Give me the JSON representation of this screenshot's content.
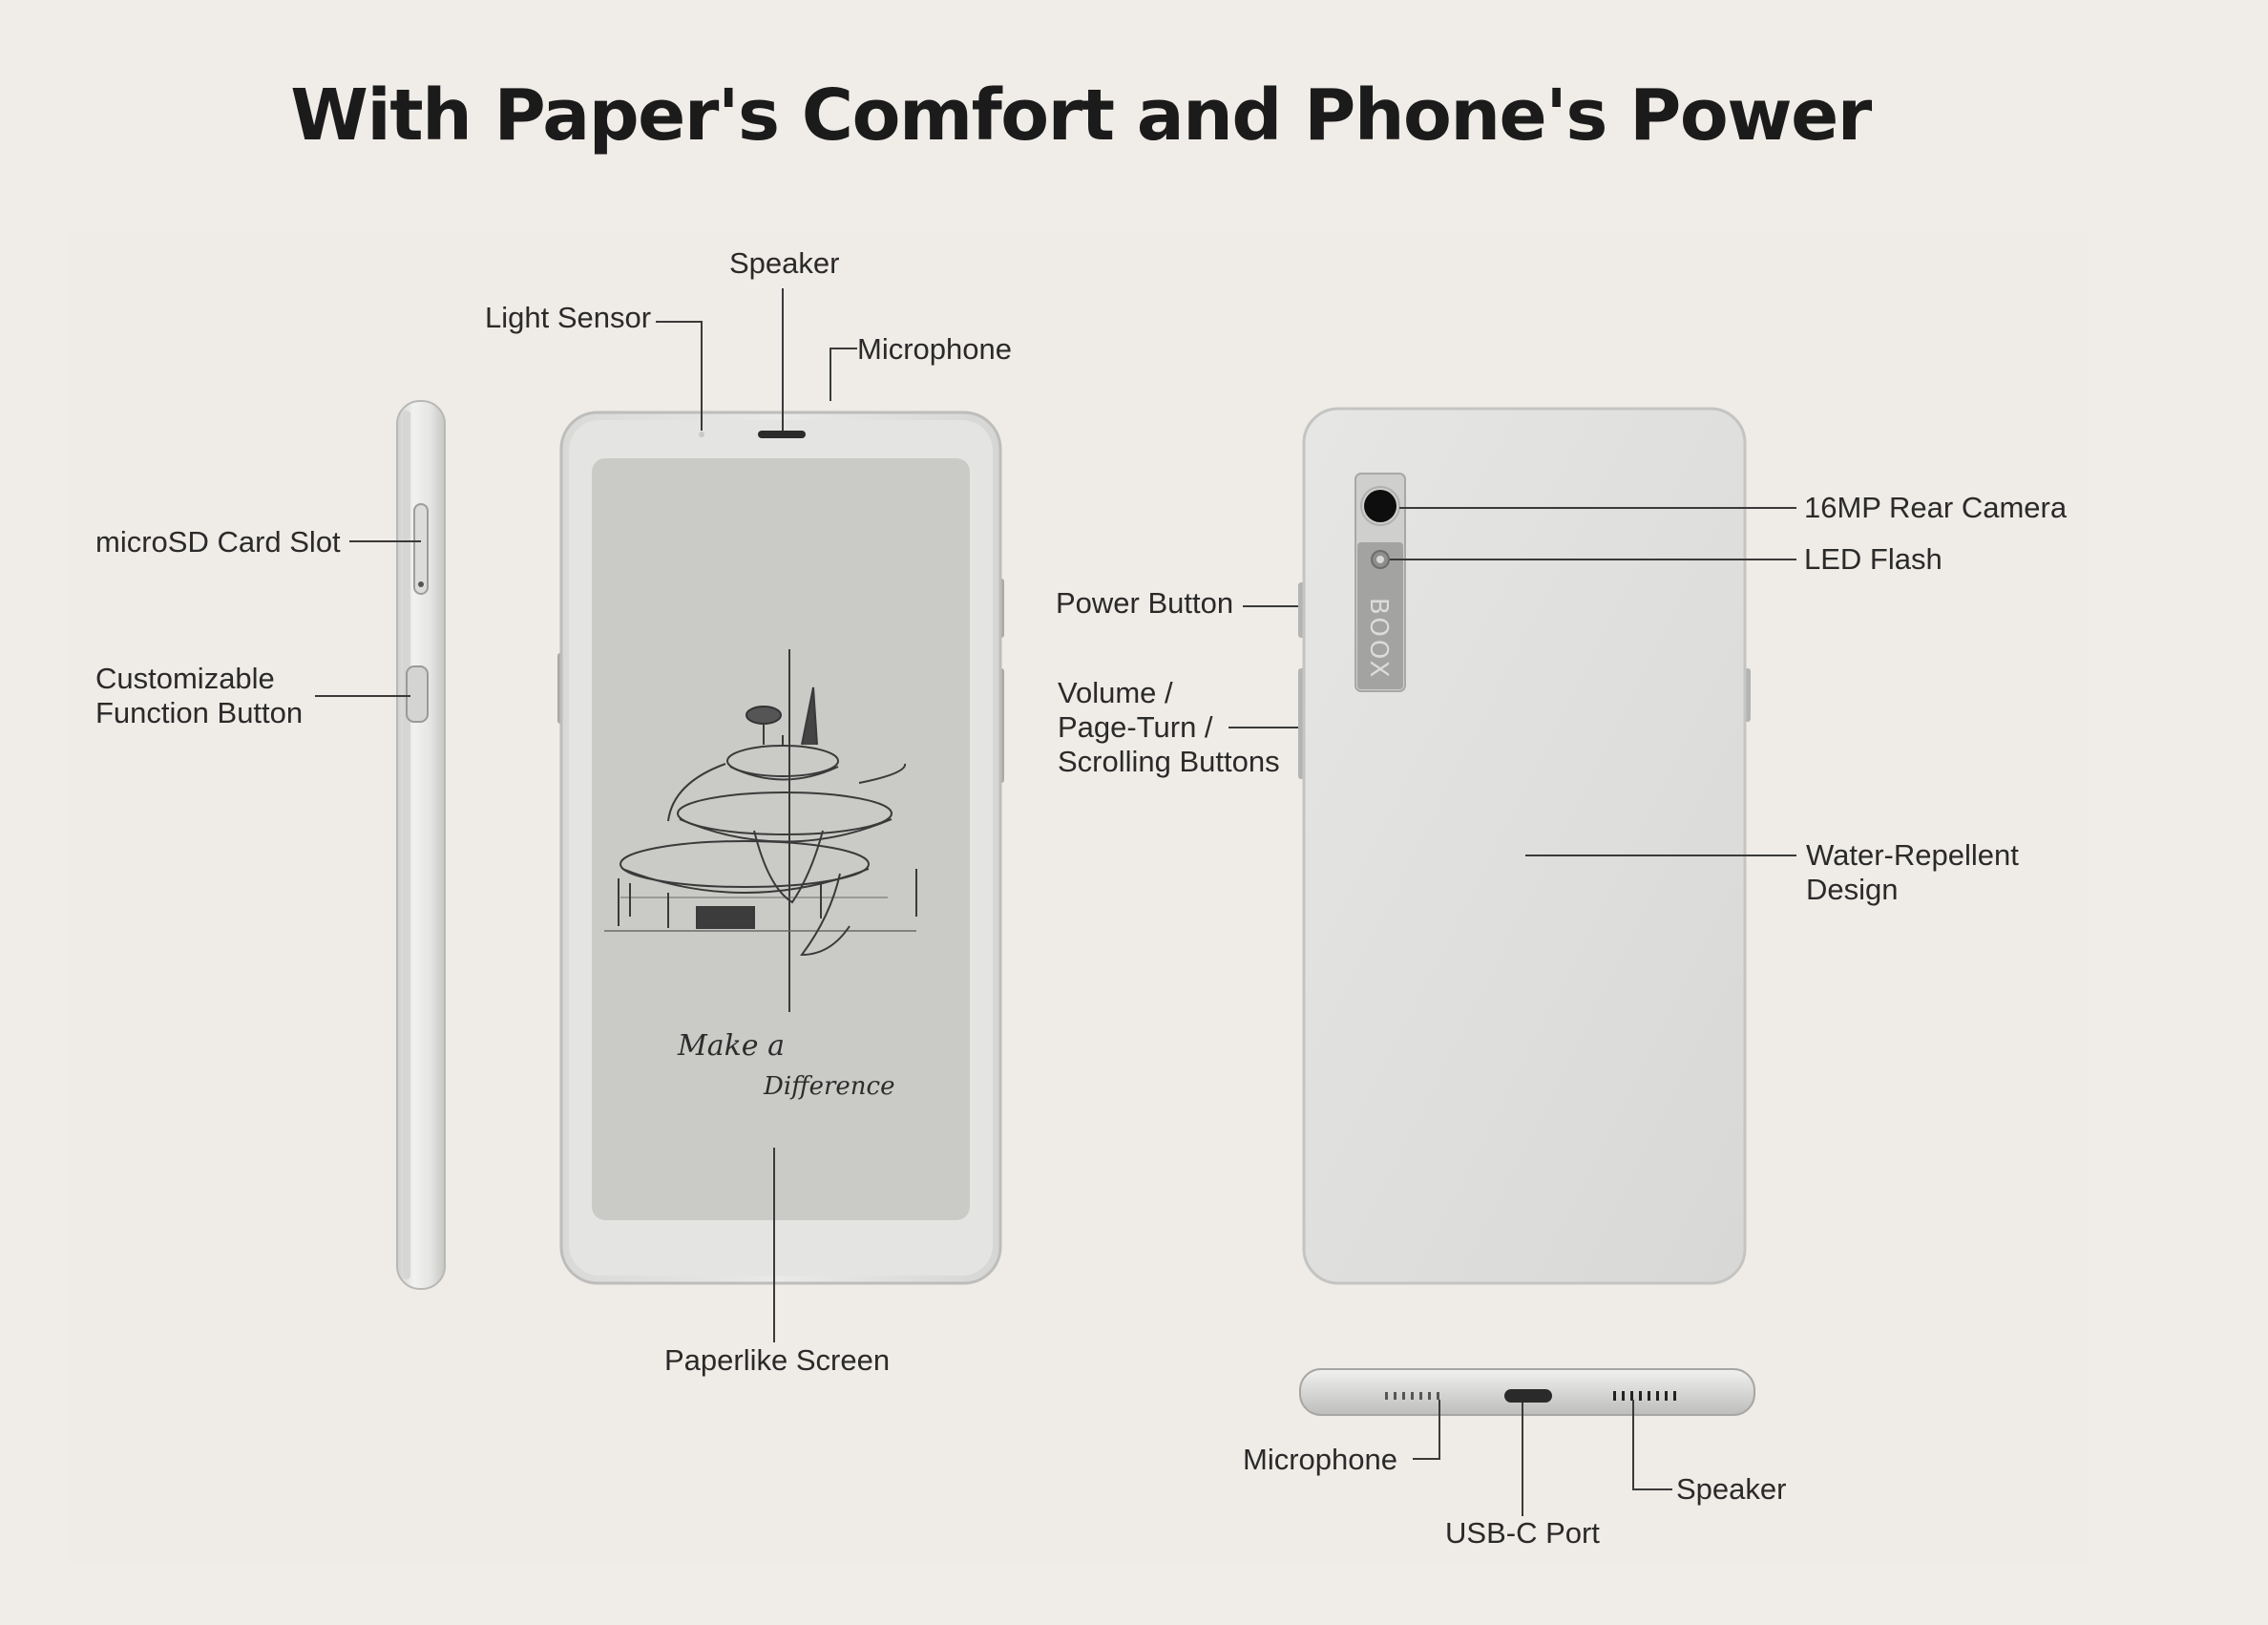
{
  "title": "With Paper's Comfort and Phone's Power",
  "screen_text": {
    "line1": "Make a",
    "line2": "Difference"
  },
  "back_logo": "BOOX",
  "labels": {
    "speaker_top": "Speaker",
    "light_sensor": "Light Sensor",
    "microphone_top": "Microphone",
    "microsd_slot": "microSD Card Slot",
    "custom_button_line1": "Customizable",
    "custom_button_line2": "Function Button",
    "paperlike_screen": "Paperlike Screen",
    "power_button": "Power Button",
    "volume_line1": "Volume /",
    "volume_line2": "Page-Turn /",
    "volume_line3": "Scrolling Buttons",
    "rear_camera": "16MP Rear Camera",
    "led_flash": "LED Flash",
    "water_line1": "Water-Repellent",
    "water_line2": "Design",
    "microphone_bottom": "Microphone",
    "usbc_port": "USB-C Port",
    "speaker_bottom": "Speaker"
  },
  "colors": {
    "background": "#f0ece7",
    "device_body": "#e3e3e1",
    "screen": "#c9c9c6",
    "leader_line": "#3a3a3a",
    "text": "#1b1b1b"
  }
}
